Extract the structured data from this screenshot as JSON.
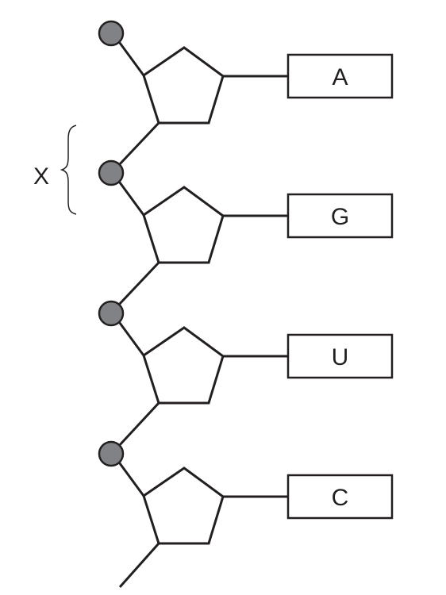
{
  "bracket_label": "X",
  "nucleotides": [
    {
      "base": "A"
    },
    {
      "base": "G"
    },
    {
      "base": "U"
    },
    {
      "base": "C"
    }
  ],
  "colors": {
    "line": "#231f20",
    "phosphate_fill": "#808285",
    "background": "#ffffff"
  }
}
